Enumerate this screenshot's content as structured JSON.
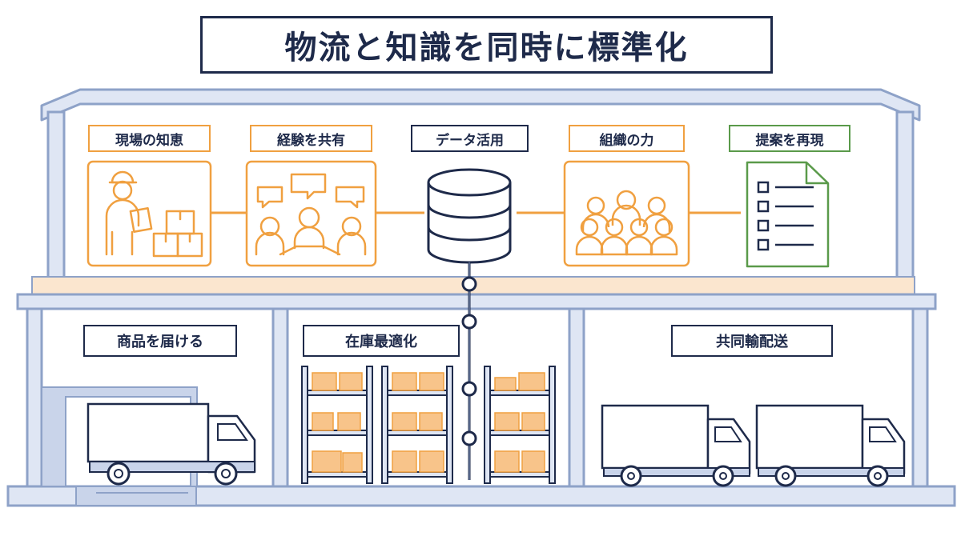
{
  "title": "物流と知識を同時に標準化",
  "knowledge_flow": [
    {
      "label": "現場の知恵",
      "icon": "worker-with-clipboard-icon"
    },
    {
      "label": "経験を共有",
      "icon": "people-discussion-icon"
    },
    {
      "label": "データ活用",
      "icon": "database-icon"
    },
    {
      "label": "組織の力",
      "icon": "group-of-people-icon"
    },
    {
      "label": "提案を再現",
      "icon": "checklist-document-icon"
    }
  ],
  "logistics": [
    {
      "label": "商品を届ける",
      "icon": "truck-at-dock-icon"
    },
    {
      "label": "在庫最適化",
      "icon": "storage-shelves-icon"
    },
    {
      "label": "共同輸配送",
      "icon": "two-trucks-icon"
    }
  ],
  "colors": {
    "navy": "#1e2a4a",
    "structure": "#8ea2c8",
    "structure_fill": "#c9d4ea",
    "orange": "#f0a040",
    "box_fill": "#f8c48a",
    "green": "#5a9a4a",
    "floor_band": "#fbe6cf"
  }
}
